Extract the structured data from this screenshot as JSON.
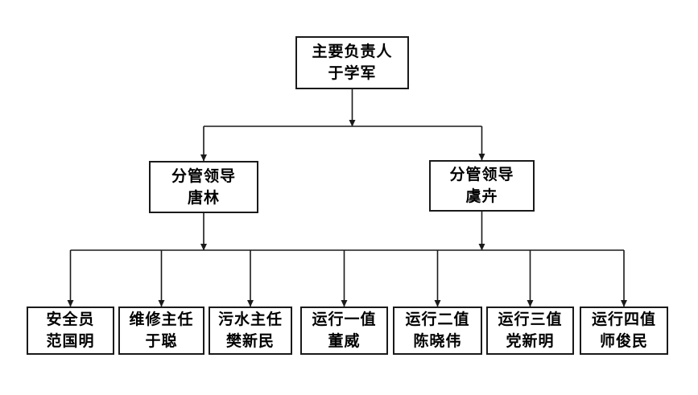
{
  "org_chart": {
    "type": "org-tree",
    "root": {
      "role": "主要负责人",
      "name": "于学军"
    },
    "managers": [
      {
        "role": "分管领导",
        "name": "唐林"
      },
      {
        "role": "分管领导",
        "name": "虞卉"
      }
    ],
    "staff": [
      {
        "role": "安全员",
        "name": "范国明"
      },
      {
        "role": "维修主任",
        "name": "于聪"
      },
      {
        "role": "污水主任",
        "name": "樊新民"
      },
      {
        "role": "运行一值",
        "name": "董威"
      },
      {
        "role": "运行二值",
        "name": "陈晓伟"
      },
      {
        "role": "运行三值",
        "name": "党新明"
      },
      {
        "role": "运行四值",
        "name": "师俊民"
      }
    ],
    "colors": {
      "line": "#1a1a1a",
      "border": "#1a1a1a",
      "fill": "#ffffff",
      "text": "#000000",
      "background": "#ffffff"
    }
  }
}
